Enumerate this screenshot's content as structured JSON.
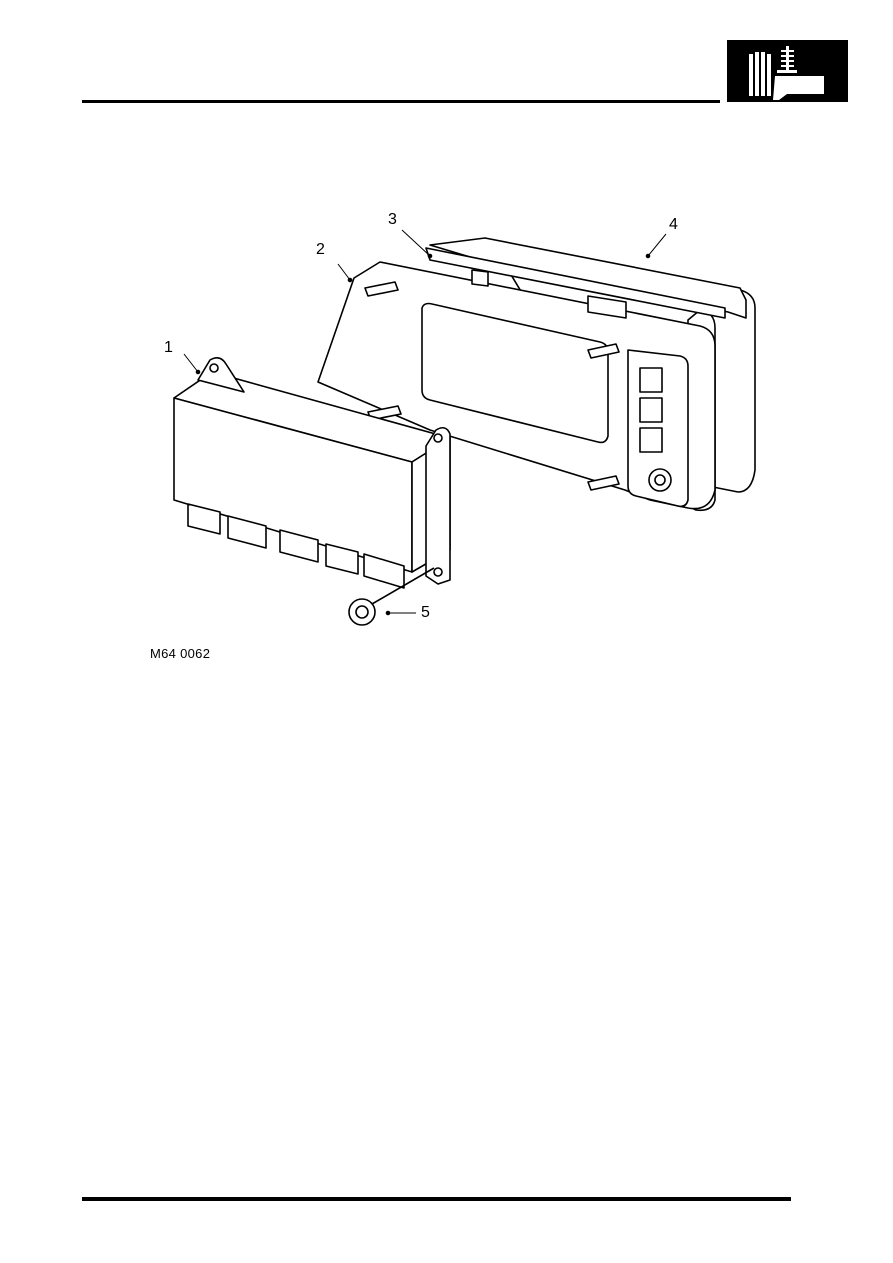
{
  "section_icon": "suspension-section-icon",
  "diagram": {
    "subject": "air-suspension-ecu-assembly",
    "callouts": [
      "1",
      "2",
      "3",
      "4",
      "5"
    ],
    "figure_ref": "M64 0062"
  }
}
